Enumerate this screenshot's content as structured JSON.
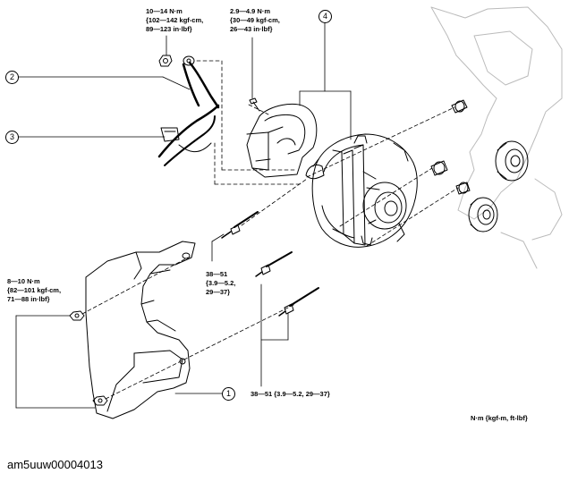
{
  "torque_labels": {
    "ground_nut": "10—14 N·m\n{102—142 kgf-cm,\n89—123 in·lbf}",
    "cover_bolt": "2.9—4.9 N·m\n{30—49 kgf-cm,\n26—43 in·lbf}",
    "bracket_nut": "8—10 N·m\n{82—101 kgf-cm,\n71—88 in·lbf}",
    "upper_bolt": "38—51\n{3.9—5.2,\n29—37}",
    "lower_bolts": "38—51 {3.9—5.2, 29—37}"
  },
  "callouts": [
    "1",
    "2",
    "3",
    "4"
  ],
  "units_note": "N·m {kgf-m, ft-lbf}",
  "document_id": "am5uuw00004013"
}
